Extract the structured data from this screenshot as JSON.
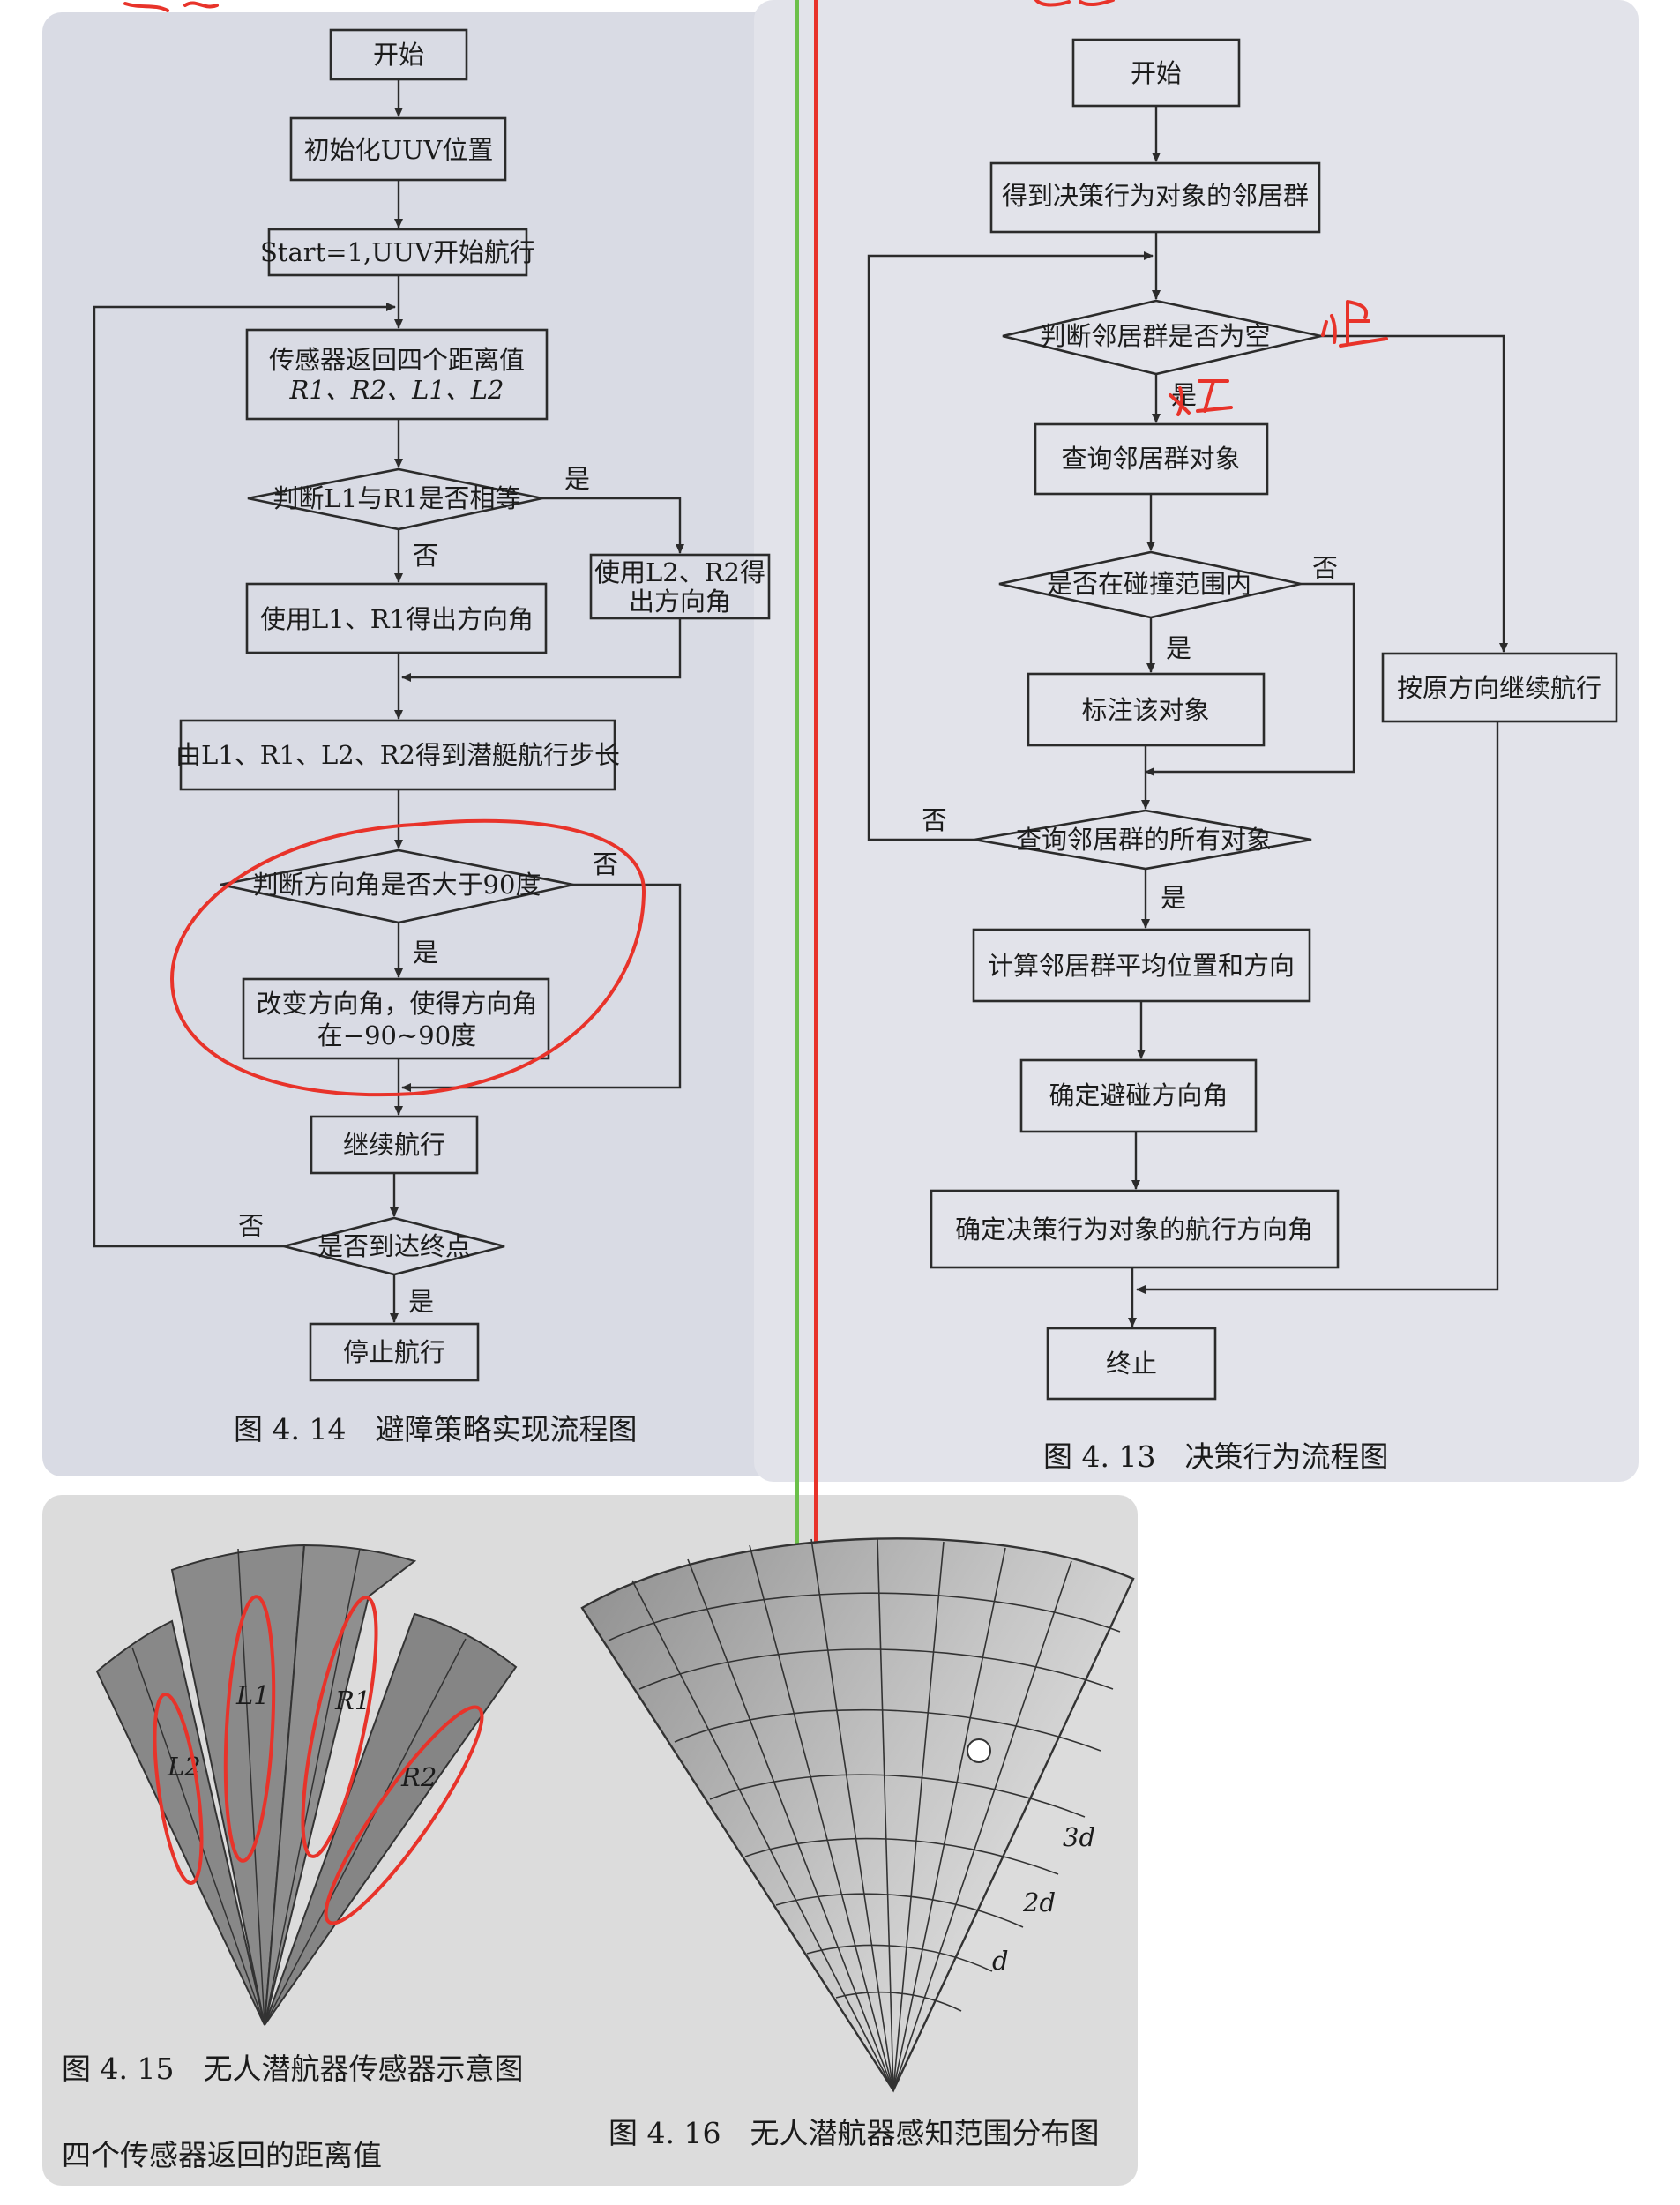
{
  "left_flow": {
    "start": "开始",
    "init": "初始化UUV位置",
    "start_sail": "Start=1,UUV开始航行",
    "sensor_line1": "传感器返回四个距离值",
    "sensor_line2": "R1、R2、L1、L2",
    "judge_l1r1": "判断L1与R1是否相等",
    "yes1": "是",
    "no1": "否",
    "use_l2r2_line1": "使用L2、R2得",
    "use_l2r2_line2": "出方向角",
    "use_l1r1": "使用L1、R1得出方向角",
    "step": "由L1、R1、L2、R2得到潜艇航行步长",
    "judge_angle": "判断方向角是否大于90度",
    "no2": "否",
    "yes2": "是",
    "change_line1": "改变方向角，使得方向角",
    "change_line2": "在−90~90度",
    "continue": "继续航行",
    "no3": "否",
    "reach_end": "是否到达终点",
    "yes3": "是",
    "stop": "停止航行",
    "caption": "图 4. 14　避障策略实现流程图"
  },
  "right_flow": {
    "start": "开始",
    "get_group": "得到决策行为对象的邻居群",
    "judge_empty": "判断邻居群是否为空",
    "yes1": "是",
    "query_obj": "查询邻居群对象",
    "in_range": "是否在碰撞范围内",
    "no1": "否",
    "yes2": "是",
    "mark": "标注该对象",
    "keep_dir": "按原方向继续航行",
    "no2": "否",
    "query_all": "查询邻居群的所有对象",
    "yes3": "是",
    "calc_avg": "计算邻居群平均位置和方向",
    "confirm_avoid": "确定避碰方向角",
    "confirm_heading": "确定决策行为对象的航行方向角",
    "end": "终止",
    "caption": "图 4. 13　决策行为流程图"
  },
  "sensor_fig": {
    "l2": "L2",
    "l1": "L1",
    "r1": "R1",
    "r2": "R2",
    "caption": "图 4. 15　无人潜航器传感器示意图",
    "below_text": "四个传感器返回的距离值"
  },
  "range_fig": {
    "d3": "3d",
    "d2": "2d",
    "d1": "d",
    "caption": "图 4. 16　无人潜航器感知范围分布图"
  }
}
